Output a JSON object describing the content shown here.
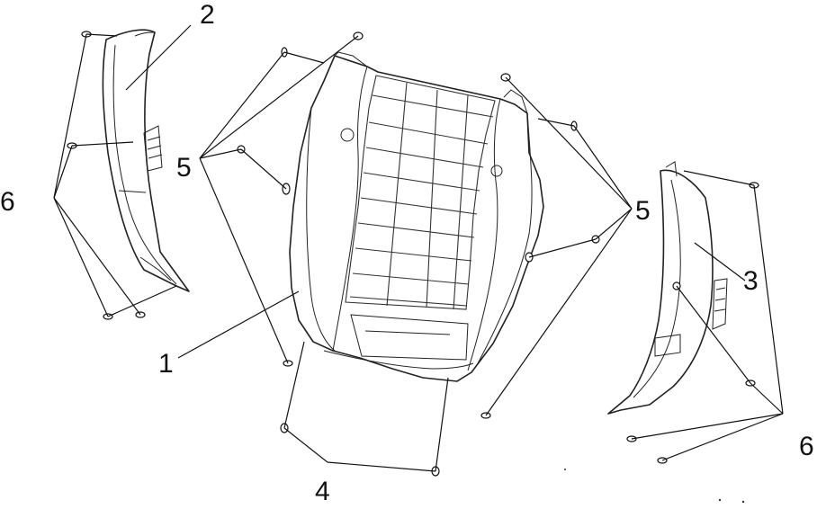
{
  "diagram": {
    "labels": {
      "l1": "1",
      "l2": "2",
      "l3": "3",
      "l4": "4",
      "l5_left": "5",
      "l5_right": "5",
      "l6_left": "6",
      "l6_right": "6"
    }
  }
}
